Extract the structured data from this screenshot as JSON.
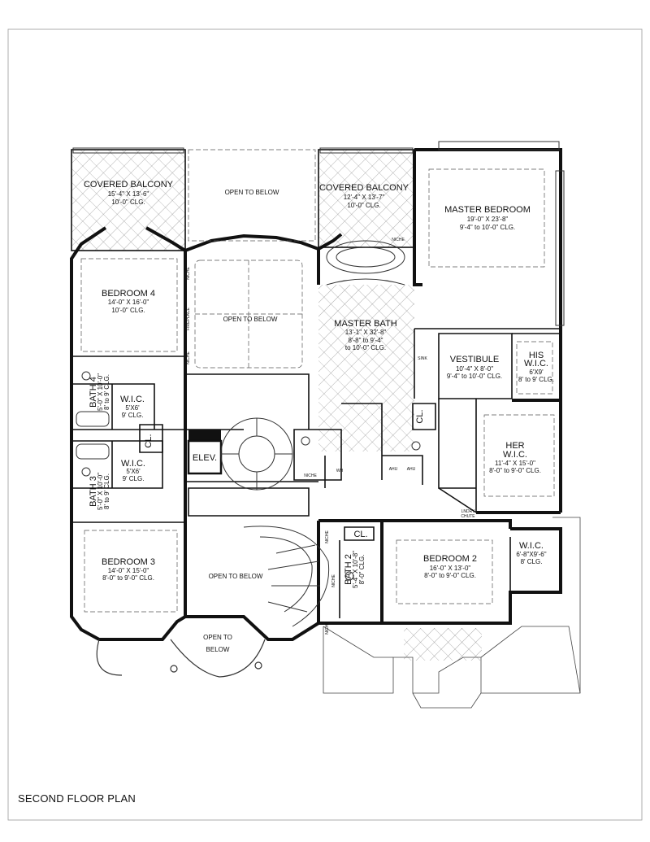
{
  "plan_title": "SECOND FLOOR PLAN",
  "rooms": {
    "covered_balcony_left": {
      "name": "COVERED BALCONY",
      "dims": "15'-4\" X 13'-6\"",
      "clg": "10'-0\" CLG."
    },
    "open_below_top": {
      "name": "OPEN TO BELOW"
    },
    "covered_balcony_mid": {
      "name": "COVERED BALCONY",
      "dims": "12'-4\" X 13'-7\"",
      "clg": "10'-0\" CLG."
    },
    "master_bedroom": {
      "name": "MASTER BEDROOM",
      "dims": "19'-0\" X 23'-8\"",
      "clg": "9'-4\" to 10'-0\" CLG."
    },
    "bedroom4": {
      "name": "BEDROOM 4",
      "dims": "14'-0\" X 16'-0\"",
      "clg": "10'-0\" CLG."
    },
    "open_below_center": {
      "name": "OPEN TO BELOW"
    },
    "master_bath": {
      "name": "MASTER BATH",
      "dims": "13'-1\" X 32'-8\"",
      "clg1": "8'-8\" to 9'-4\"",
      "clg2": "to 10'-0\" CLG."
    },
    "vestibule": {
      "name": "VESTIBULE",
      "dims": "10'-4\" X 8'-0\"",
      "clg": "9'-4\" to 10'-0\" CLG."
    },
    "his_wic": {
      "name1": "HIS",
      "name2": "W.I.C.",
      "dims": "6'X9'",
      "clg": "8' to 9' CLG."
    },
    "bath4": {
      "name": "BATH 4",
      "dims": "5'-0\" X 10'-0\"",
      "clg": "8' to 9' CLG."
    },
    "wic_upper": {
      "name": "W.I.C.",
      "dims": "5'X6'",
      "clg": "9' CLG."
    },
    "closet_upper": {
      "name": "CL."
    },
    "wic_lower": {
      "name": "W.I.C.",
      "dims": "5'X6'",
      "clg": "9' CLG."
    },
    "bath3": {
      "name": "BATH 3",
      "dims": "5'-0\" X 10'-0\"",
      "clg": "8' to 9' CLG."
    },
    "elevator": {
      "name": "ELEV."
    },
    "closet_mid": {
      "name": "CL."
    },
    "her_wic": {
      "name1": "HER",
      "name2": "W.I.C.",
      "dims": "11'-4\" X 15'-0\"",
      "clg": "8'-0\" to 9'-0\" CLG."
    },
    "laundry_chute": {
      "line1": "LNDRY",
      "line2": "CHUTE"
    },
    "bedroom3": {
      "name": "BEDROOM 3",
      "dims": "14'-0\" X 15'-0\"",
      "clg": "8'-0\" to 9'-0\" CLG."
    },
    "open_below_stair": {
      "name": "OPEN TO BELOW"
    },
    "open_below_bay": {
      "line1": "OPEN TO",
      "line2": "BELOW"
    },
    "closet_bed2": {
      "name": "CL."
    },
    "bath2": {
      "name": "BATH 2",
      "dims": "5'-4\" X 10'-8\"",
      "clg": "8'-0\" CLG."
    },
    "bedroom2": {
      "name": "BEDROOM 2",
      "dims": "16'-0\" X 13'-0\"",
      "clg": "8'-0\" to 9'-0\" CLG."
    },
    "wic_bed2": {
      "name": "W.I.C.",
      "dims": "6'-8\"X9'-6\"",
      "clg": "8' CLG."
    }
  },
  "small_labels": {
    "niche": "NICHE",
    "fireplace": "FIREPLACE",
    "wh": "WH",
    "ahu": "AHU",
    "sink": "SINK"
  }
}
